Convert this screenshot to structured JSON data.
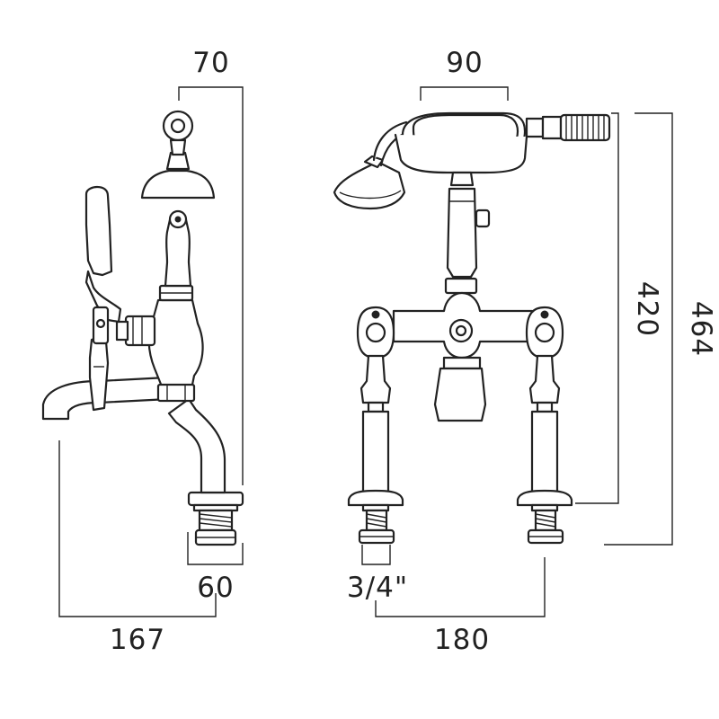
{
  "dimensions": {
    "side_top_width": "70",
    "side_base_width": "60",
    "side_overall_depth": "167",
    "front_handset_width": "90",
    "front_thread": "3/4\"",
    "front_centres": "180",
    "front_height_pillar": "420",
    "front_height_overall": "464"
  }
}
